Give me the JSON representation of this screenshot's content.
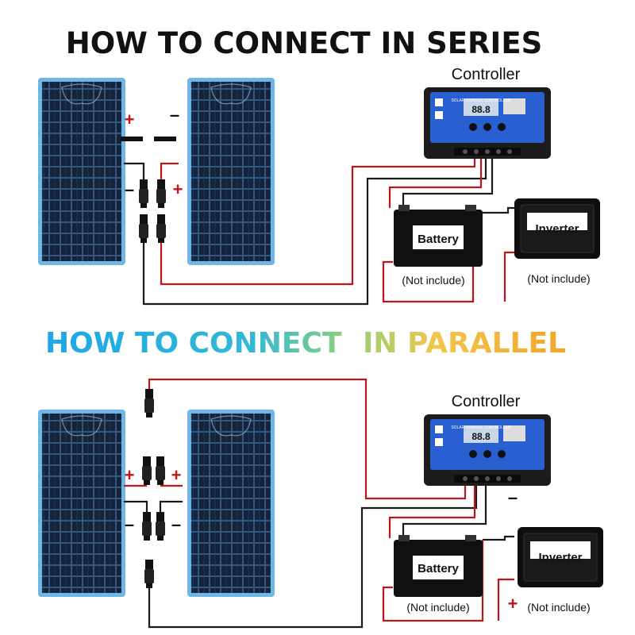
{
  "series": {
    "title": "HOW TO CONNECT IN SERIES",
    "controller_label": "Controller",
    "battery_label": "Battery",
    "inverter_label": "Inverter",
    "battery_note": "(Not include)",
    "inverter_note": "(Not include)",
    "plus": "+",
    "minus": "–"
  },
  "parallel": {
    "title_part1": "HOW TO CONNECT",
    "title_part2": "IN PARALLEL",
    "controller_label": "Controller",
    "battery_label": "Battery",
    "inverter_label": "Inverter",
    "battery_note": "(Not include)",
    "inverter_note": "(Not include)",
    "plus": "+",
    "minus": "–"
  },
  "controller_screen": {
    "header": "SOLAR CHARGE CONTROLLER",
    "readout": "88.8"
  },
  "colors": {
    "wire_positive": "#c0161b",
    "wire_negative": "#1a1a1a",
    "panel_frame": "#6fb6e6",
    "panel_cell": "#0e1a2b",
    "controller_face": "#2a5fd1",
    "title_gradient": [
      "#1fa7e6",
      "#45c3c8",
      "#9fd66a",
      "#f2c24a",
      "#f5a623"
    ]
  }
}
